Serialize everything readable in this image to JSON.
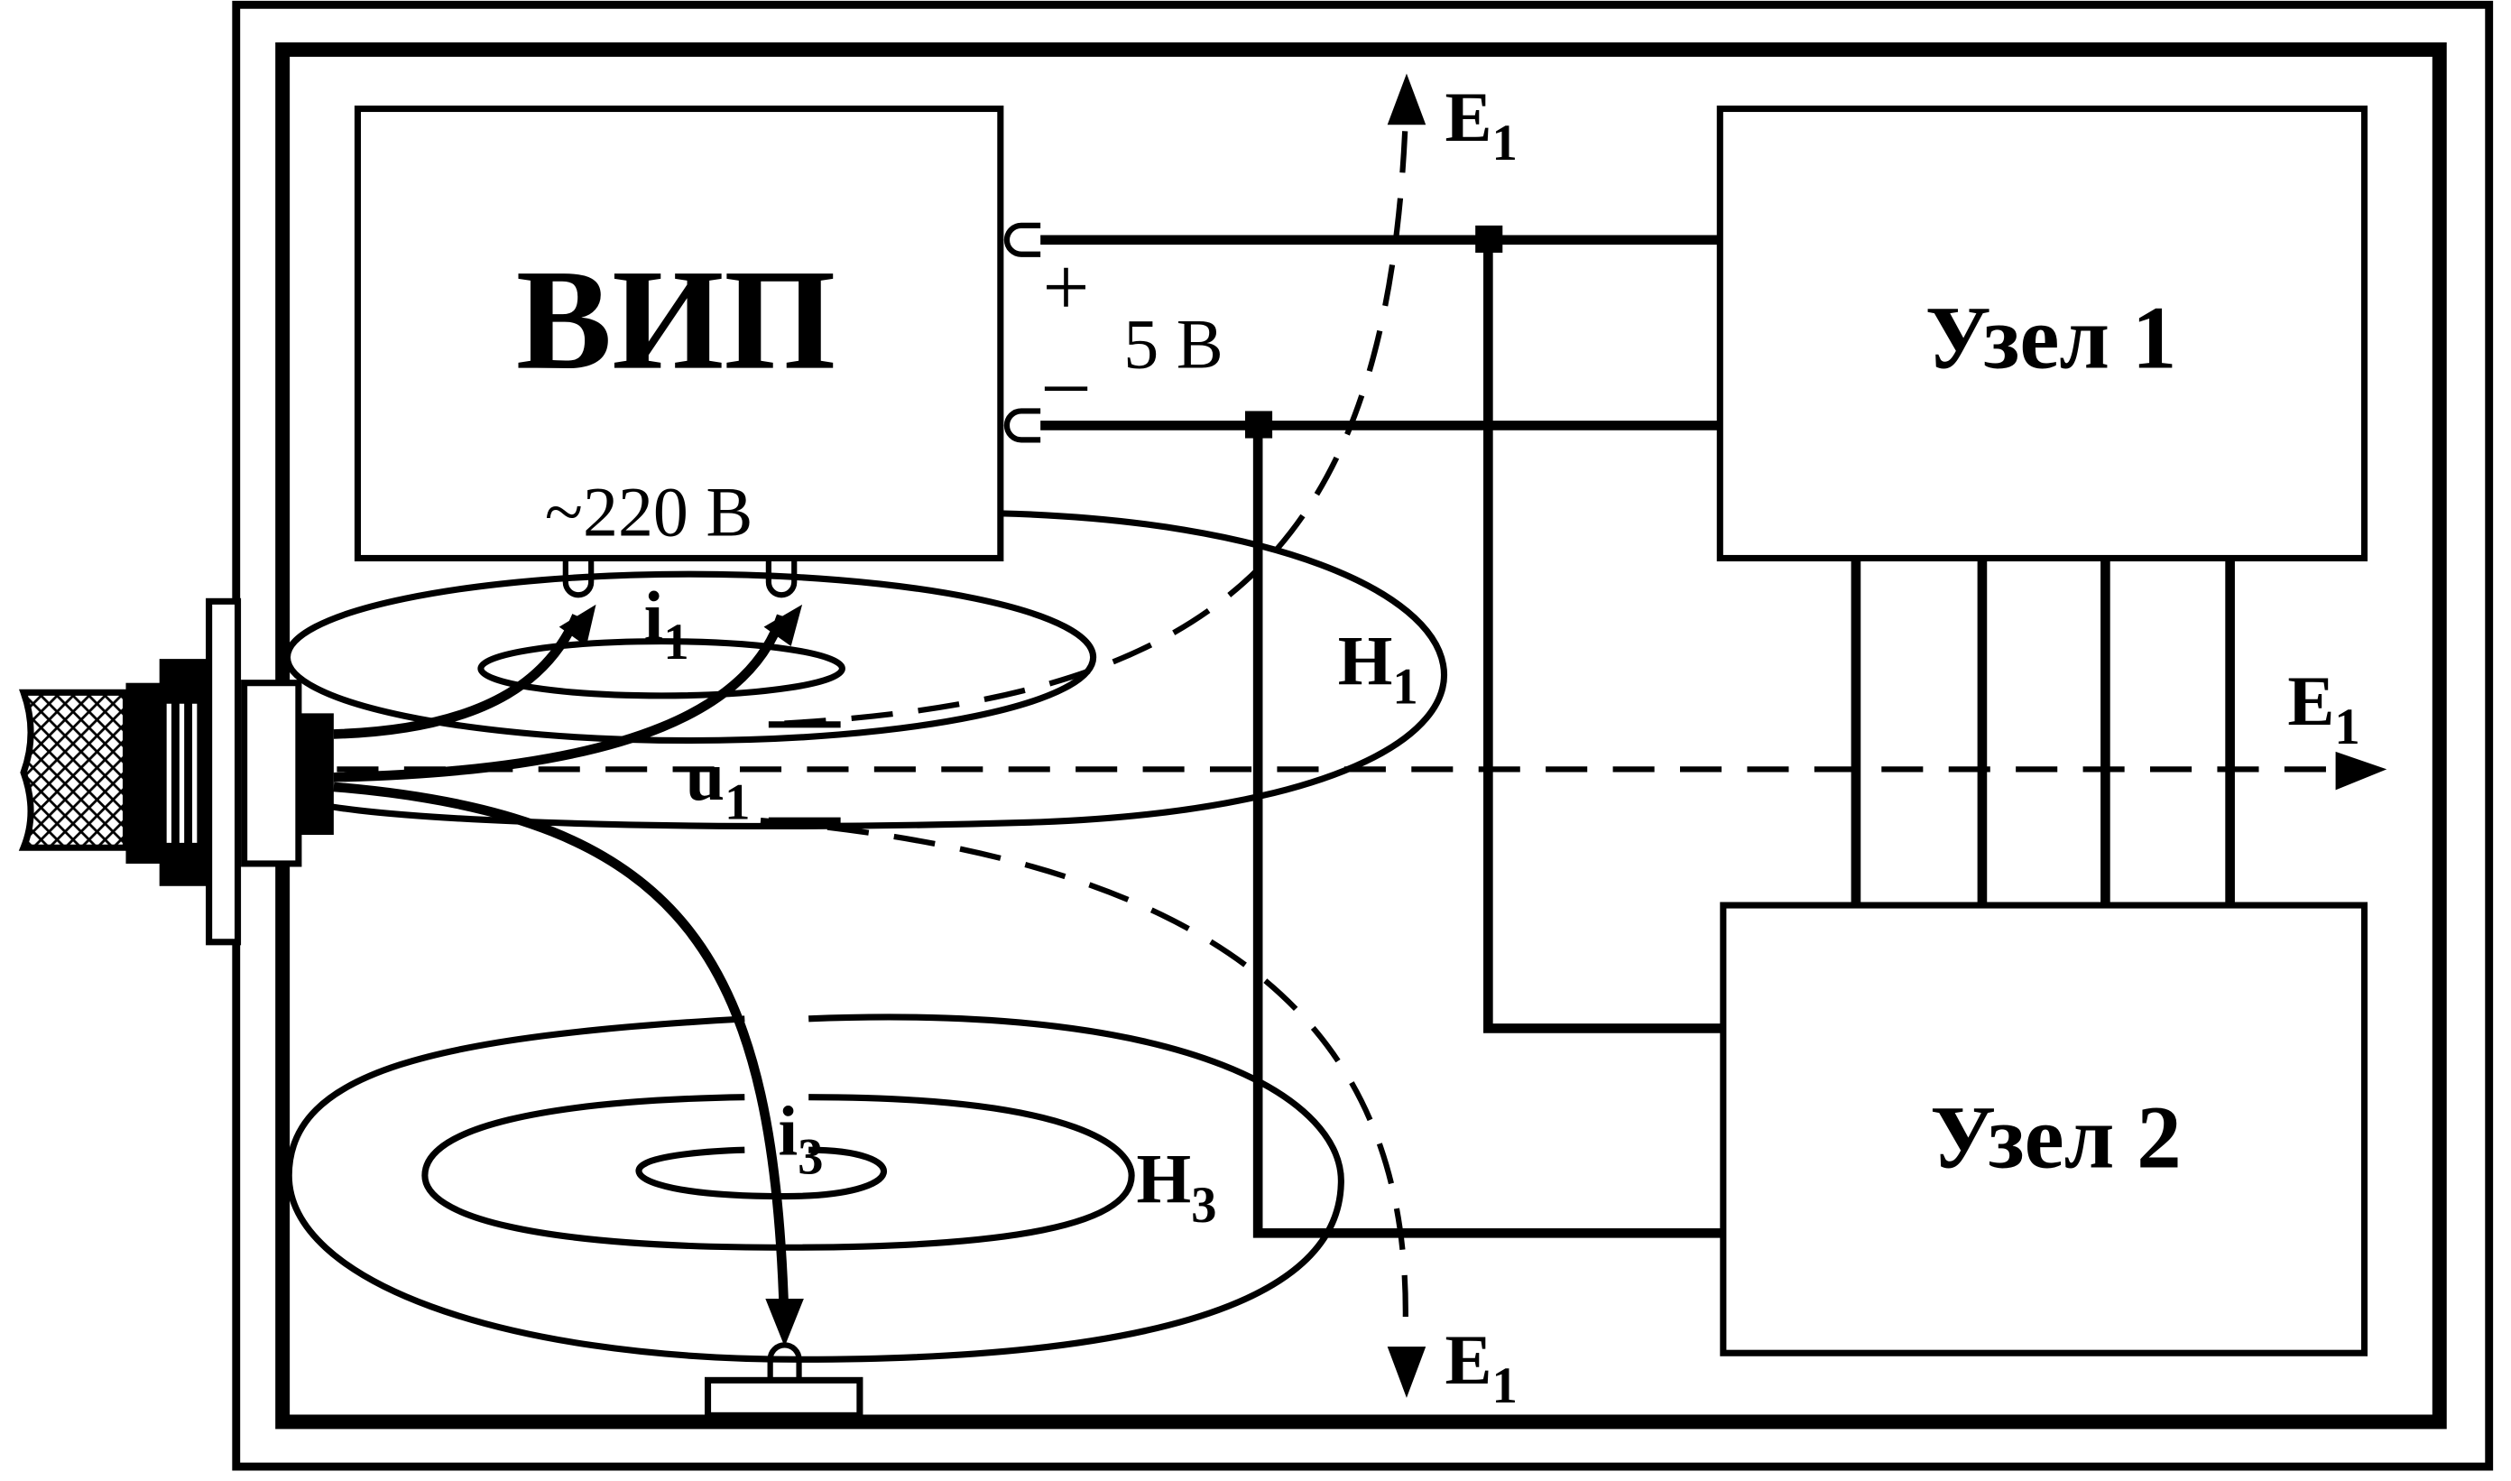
{
  "blocks": {
    "vip": "ВИП",
    "node1": "Узел 1",
    "node2": "Узел 2"
  },
  "labels": {
    "plus": "+",
    "minus": "–",
    "v5": "5 В",
    "v220": "~220 В",
    "e1_top": {
      "main": "E",
      "sub": "1"
    },
    "e1_right": {
      "main": "E",
      "sub": "1"
    },
    "e1_bottom": {
      "main": "E",
      "sub": "1"
    },
    "h1": {
      "main": "H",
      "sub": "1"
    },
    "h3": {
      "main": "H",
      "sub": "3"
    },
    "i1": {
      "main": "i",
      "sub": "1"
    },
    "i3": {
      "main": "i",
      "sub": "3"
    },
    "u1": {
      "main": "u",
      "sub": "1"
    }
  }
}
